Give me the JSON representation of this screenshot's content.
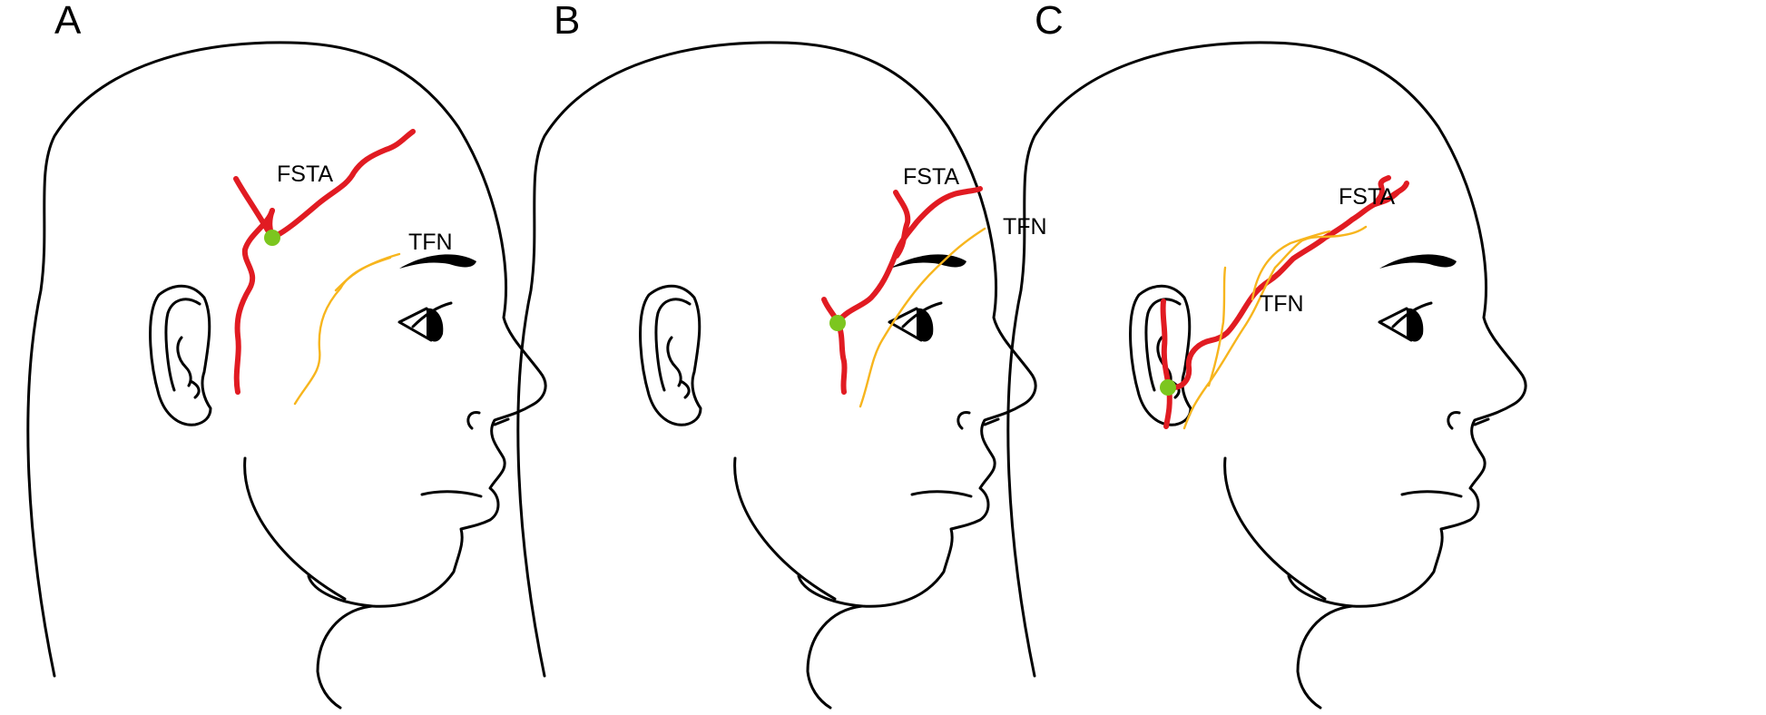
{
  "panels": [
    {
      "letter": "A",
      "artery_label": "FSTA",
      "nerve_label": "TFN"
    },
    {
      "letter": "B",
      "artery_label": "FSTA",
      "nerve_label": "TFN"
    },
    {
      "letter": "C",
      "artery_label": "FSTA",
      "nerve_label": "TFN"
    }
  ],
  "colors": {
    "artery": "#e11b22",
    "nerve": "#f7b51d",
    "bifurcation_point": "#7cc61f",
    "outline": "#000000"
  }
}
